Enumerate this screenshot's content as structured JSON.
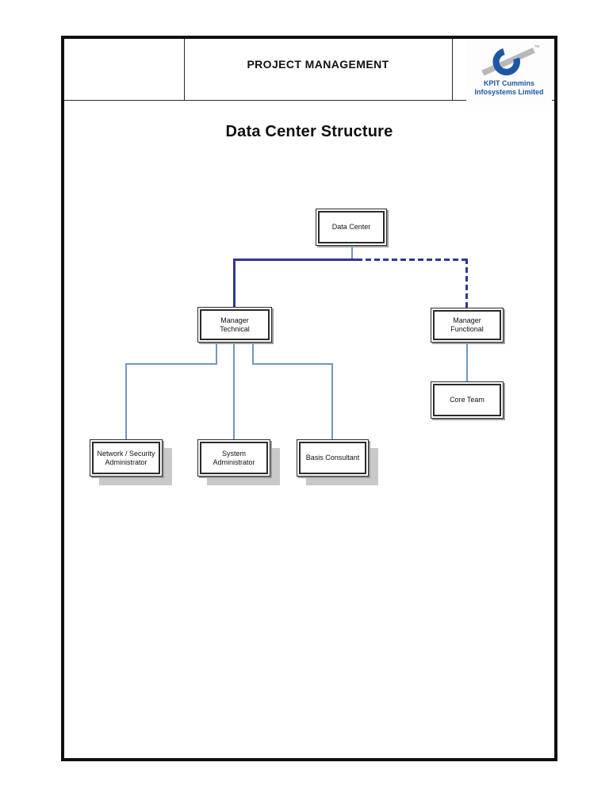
{
  "header": {
    "title": "PROJECT MANAGEMENT",
    "logo": {
      "company_line1": "KPIT Cummins",
      "company_line2": "Infosystems Limited",
      "trademark": "™",
      "brand_blue": "#1d56a5",
      "swoosh_gray": "#b9b9bd"
    }
  },
  "document": {
    "title": "Data Center Structure"
  },
  "chart": {
    "type": "org-chart",
    "nodes": {
      "data_center": {
        "label": "Data Center"
      },
      "manager_technical": {
        "label": "Manager\nTechnical"
      },
      "manager_functional": {
        "label": "Manager\nFunctional"
      },
      "core_team": {
        "label": "Core Team"
      },
      "network_security_admin": {
        "label": "Network / Security\nAdministrator"
      },
      "system_admin": {
        "label": "System\nAdministrator"
      },
      "basis_consultant": {
        "label": "Basis Consultant"
      }
    },
    "edges": [
      {
        "from": "data_center",
        "to": "manager_technical",
        "style": "solid"
      },
      {
        "from": "data_center",
        "to": "manager_functional",
        "style": "dashed"
      },
      {
        "from": "manager_technical",
        "to": "network_security_admin",
        "style": "solid"
      },
      {
        "from": "manager_technical",
        "to": "system_admin",
        "style": "solid"
      },
      {
        "from": "manager_technical",
        "to": "basis_consultant",
        "style": "solid"
      },
      {
        "from": "manager_functional",
        "to": "core_team",
        "style": "solid"
      }
    ],
    "colors": {
      "connector_light": "#7296c4",
      "connector_dark": "#31378f",
      "box_border": "#2b2b2b",
      "box_shadow_small": "#9b9b9b",
      "box_shadow_large": "#c9c9c9"
    }
  }
}
